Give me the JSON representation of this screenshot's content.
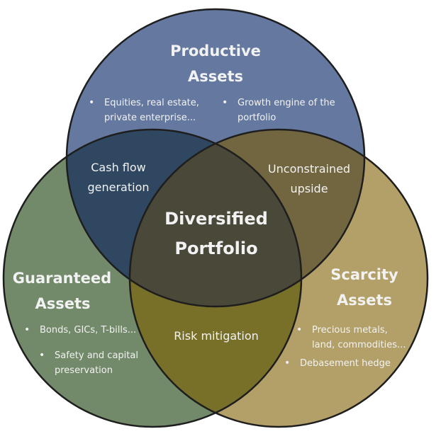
{
  "colors": {
    "productive": "#6478a0",
    "guaranteed": "#728a6a",
    "scarcity": "#b3a068",
    "productive_guaranteed": "#2f4760",
    "productive_scarcity": "#726640",
    "guaranteed_scarcity": "#787029",
    "center": "#4a4838",
    "outline": "#1e1e1e",
    "text": "#f2f2f2"
  },
  "sets": {
    "productive": {
      "title_line1": "Productive",
      "title_line2": "Assets",
      "bullets": [
        {
          "line1": "Equities, real estate,",
          "line2": "private enterprise..."
        },
        {
          "line1": "Growth engine of the",
          "line2": "portfolio"
        }
      ]
    },
    "guaranteed": {
      "title_line1": "Guaranteed",
      "title_line2": "Assets",
      "bullets": [
        {
          "line1": "Bonds, GICs, T-bills..."
        },
        {
          "line1": "Safety and capital",
          "line2": "preservation"
        }
      ]
    },
    "scarcity": {
      "title_line1": "Scarcity",
      "title_line2": "Assets",
      "bullets": [
        {
          "line1": "Precious metals,",
          "line2": "land, commodities..."
        },
        {
          "line1": "Debasement hedge"
        }
      ]
    }
  },
  "overlaps": {
    "productive_guaranteed": {
      "line1": "Cash flow",
      "line2": "generation"
    },
    "productive_scarcity": {
      "line1": "Unconstrained",
      "line2": "upside"
    },
    "guaranteed_scarcity": {
      "line1": "Risk mitigation"
    },
    "center": {
      "line1": "Diversified",
      "line2": "Portfolio"
    }
  }
}
